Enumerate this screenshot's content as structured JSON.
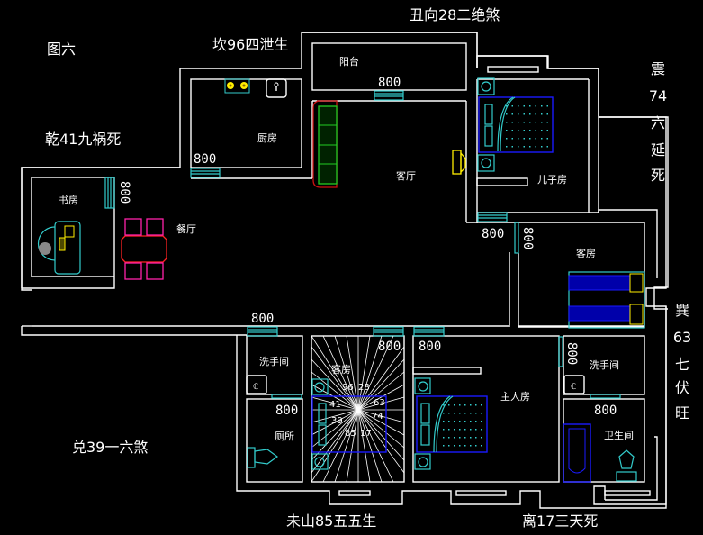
{
  "figure_label": "图六",
  "directions": {
    "north_left": "坎96四泄生",
    "north_right": "丑向28二绝煞",
    "northwest": "乾41九祸死",
    "east_top": [
      "震",
      "74",
      "六",
      "延",
      "死"
    ],
    "east_bottom": [
      "巽",
      "63",
      "七",
      "伏",
      "旺"
    ],
    "west": "兑39一六煞",
    "south_left": "未山85五五生",
    "south_right": "离17三天死"
  },
  "rooms": {
    "balcony": "阳台",
    "kitchen": "厨房",
    "living": "客厅",
    "study": "书房",
    "dining": "餐厅",
    "son_room": "儿子房",
    "guest_room_east": "客房",
    "washroom_left": "洗手间",
    "toilet": "厕所",
    "guest_room_stair": "客房",
    "master_room": "主人房",
    "washroom_right": "洗手间",
    "bathroom": "卫生间"
  },
  "stair_numbers": [
    "96",
    "28",
    "41",
    "63",
    "39",
    "85",
    "17",
    "74"
  ],
  "door_widths": {
    "balcony": "800",
    "kitchen": "800",
    "study": "800",
    "son_room": "800",
    "guest_east": "800",
    "corridor": "800",
    "stair": "800",
    "master": "800",
    "washroom_right": "800",
    "toilet": "800",
    "bathroom": "800"
  },
  "colors": {
    "background": "#000000",
    "wall": "#ffffff",
    "door": "#33cccc",
    "furniture_blue": "#1a1aff",
    "sofa_green": "#22cc22",
    "sofa_red": "#cc1111",
    "chair_magenta": "#ff22aa",
    "accent_yellow": "#ffee00"
  }
}
